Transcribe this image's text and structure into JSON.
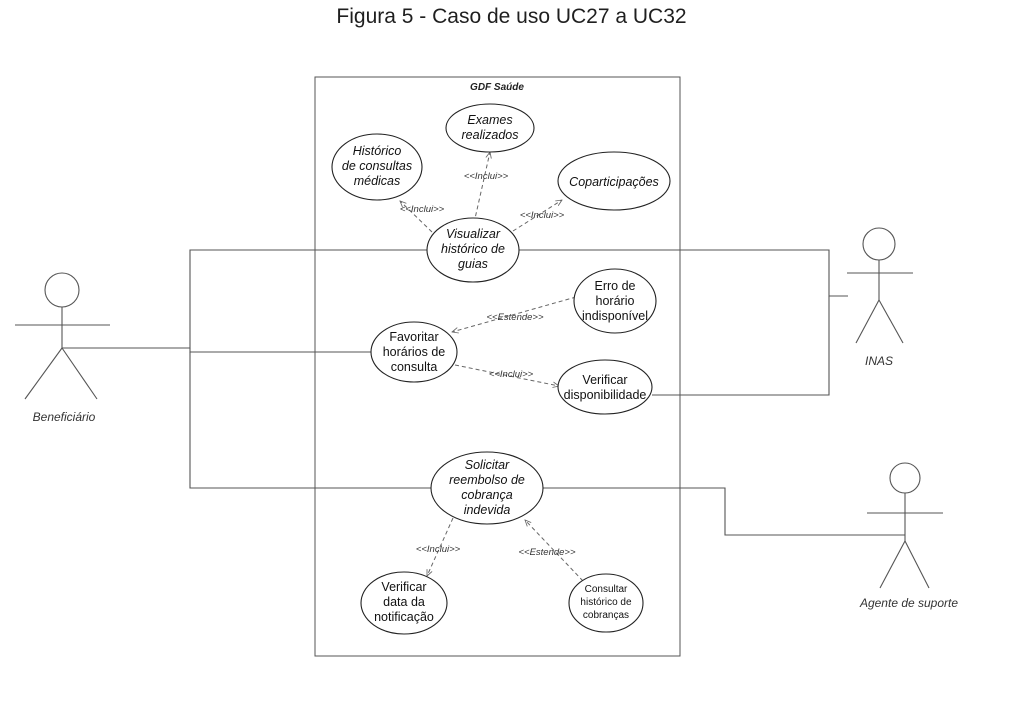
{
  "caption": "Figura 5 - Caso de uso UC27 a UC32",
  "system": {
    "title": "GDF Saúde"
  },
  "actors": {
    "beneficiario": "Beneficiário",
    "inas": "INAS",
    "agente": "Agente de suporte"
  },
  "use_cases": {
    "exames": [
      "Exames",
      "realizados"
    ],
    "historico_consultas": [
      "Histórico",
      "de consultas",
      "médicas"
    ],
    "coparticipacoes": [
      "Coparticipações"
    ],
    "visualizar": [
      "Visualizar",
      "histórico de",
      "guias"
    ],
    "erro_horario": [
      "Erro de",
      "horário",
      "indisponível"
    ],
    "favoritar": [
      "Favoritar",
      "horários de",
      "consulta"
    ],
    "verificar_disp": [
      "Verificar",
      "disponibilidade"
    ],
    "solicitar": [
      "Solicitar",
      "reembolso de",
      "cobrança",
      "indevida"
    ],
    "verificar_data": [
      "Verificar",
      "data da",
      "notificação"
    ],
    "consultar_cobrancas": [
      "Consultar",
      "histórico de",
      "cobranças"
    ]
  },
  "relations": {
    "inclui": "<<Inclui>>",
    "estende": "<<Estende>>"
  }
}
